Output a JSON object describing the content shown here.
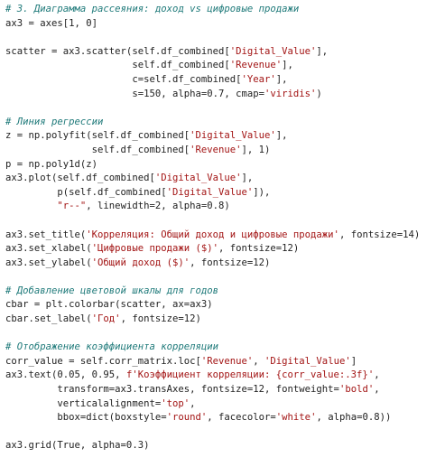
{
  "editor": {
    "lines": [
      [
        {
          "t": "# 3. Диаграмма рассеяния: доход vs цифровые продажи",
          "k": "comment"
        }
      ],
      [
        {
          "t": "ax3 = axes[1, 0]",
          "k": "plain"
        }
      ],
      [],
      [
        {
          "t": "scatter = ax3.scatter(self.df_combined[",
          "k": "plain"
        },
        {
          "t": "'Digital_Value'",
          "k": "string"
        },
        {
          "t": "],",
          "k": "plain"
        }
      ],
      [
        {
          "t": "                      self.df_combined[",
          "k": "plain"
        },
        {
          "t": "'Revenue'",
          "k": "string"
        },
        {
          "t": "],",
          "k": "plain"
        }
      ],
      [
        {
          "t": "                      c=self.df_combined[",
          "k": "plain"
        },
        {
          "t": "'Year'",
          "k": "string"
        },
        {
          "t": "],",
          "k": "plain"
        }
      ],
      [
        {
          "t": "                      s=150, alpha=0.7, cmap=",
          "k": "plain"
        },
        {
          "t": "'viridis'",
          "k": "string"
        },
        {
          "t": ")",
          "k": "plain"
        }
      ],
      [],
      [
        {
          "t": "# Линия регрессии",
          "k": "comment"
        }
      ],
      [
        {
          "t": "z = np.polyfit(self.df_combined[",
          "k": "plain"
        },
        {
          "t": "'Digital_Value'",
          "k": "string"
        },
        {
          "t": "],",
          "k": "plain"
        }
      ],
      [
        {
          "t": "               self.df_combined[",
          "k": "plain"
        },
        {
          "t": "'Revenue'",
          "k": "string"
        },
        {
          "t": "], 1)",
          "k": "plain"
        }
      ],
      [
        {
          "t": "p = np.poly1d(z)",
          "k": "plain"
        }
      ],
      [
        {
          "t": "ax3.plot(self.df_combined[",
          "k": "plain"
        },
        {
          "t": "'Digital_Value'",
          "k": "string"
        },
        {
          "t": "],",
          "k": "plain"
        }
      ],
      [
        {
          "t": "         p(self.df_combined[",
          "k": "plain"
        },
        {
          "t": "'Digital_Value'",
          "k": "string"
        },
        {
          "t": "]),",
          "k": "plain"
        }
      ],
      [
        {
          "t": "         ",
          "k": "plain"
        },
        {
          "t": "\"r--\"",
          "k": "string"
        },
        {
          "t": ", linewidth=2, alpha=0.8)",
          "k": "plain"
        }
      ],
      [],
      [
        {
          "t": "ax3.set_title(",
          "k": "plain"
        },
        {
          "t": "'Корреляция: Общий доход и цифровые продажи'",
          "k": "string"
        },
        {
          "t": ", fontsize=14)",
          "k": "plain"
        }
      ],
      [
        {
          "t": "ax3.set_xlabel(",
          "k": "plain"
        },
        {
          "t": "'Цифровые продажи ($)'",
          "k": "string"
        },
        {
          "t": ", fontsize=12)",
          "k": "plain"
        }
      ],
      [
        {
          "t": "ax3.set_ylabel(",
          "k": "plain"
        },
        {
          "t": "'Общий доход ($)'",
          "k": "string"
        },
        {
          "t": ", fontsize=12)",
          "k": "plain"
        }
      ],
      [],
      [
        {
          "t": "# Добавление цветовой шкалы для годов",
          "k": "comment"
        }
      ],
      [
        {
          "t": "cbar = plt.colorbar(scatter, ax=ax3)",
          "k": "plain"
        }
      ],
      [
        {
          "t": "cbar.set_label(",
          "k": "plain"
        },
        {
          "t": "'Год'",
          "k": "string"
        },
        {
          "t": ", fontsize=12)",
          "k": "plain"
        }
      ],
      [],
      [
        {
          "t": "# Отображение коэффициента корреляции",
          "k": "comment"
        }
      ],
      [
        {
          "t": "corr_value = self.corr_matrix.loc[",
          "k": "plain"
        },
        {
          "t": "'Revenue'",
          "k": "string"
        },
        {
          "t": ", ",
          "k": "plain"
        },
        {
          "t": "'Digital_Value'",
          "k": "string"
        },
        {
          "t": "]",
          "k": "plain"
        }
      ],
      [
        {
          "t": "ax3.text(0.05, 0.95, ",
          "k": "plain"
        },
        {
          "t": "f'Коэффициент корреляции: {corr_value:.3f}'",
          "k": "string"
        },
        {
          "t": ",",
          "k": "plain"
        }
      ],
      [
        {
          "t": "         transform=ax3.transAxes, fontsize=12, fontweight=",
          "k": "plain"
        },
        {
          "t": "'bold'",
          "k": "string"
        },
        {
          "t": ",",
          "k": "plain"
        }
      ],
      [
        {
          "t": "         verticalalignment=",
          "k": "plain"
        },
        {
          "t": "'top'",
          "k": "string"
        },
        {
          "t": ",",
          "k": "plain"
        }
      ],
      [
        {
          "t": "         bbox=dict(boxstyle=",
          "k": "plain"
        },
        {
          "t": "'round'",
          "k": "string"
        },
        {
          "t": ", facecolor=",
          "k": "plain"
        },
        {
          "t": "'white'",
          "k": "string"
        },
        {
          "t": ", alpha=0.8))",
          "k": "plain"
        }
      ],
      [],
      [
        {
          "t": "ax3.grid(True, alpha=0.3)",
          "k": "plain"
        }
      ]
    ]
  },
  "colors": {
    "background": "#ffffff",
    "text": "#1f1f1f",
    "comment": "#1f7a7a",
    "string": "#a31515"
  }
}
